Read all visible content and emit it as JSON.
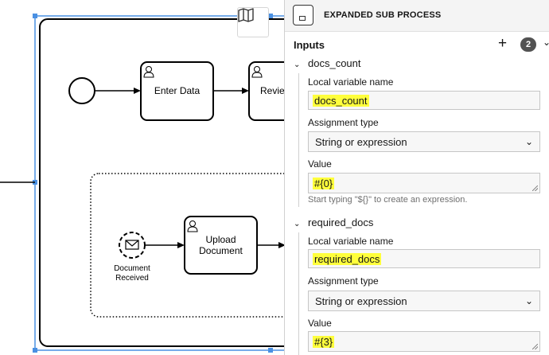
{
  "canvas": {
    "tasks": {
      "enter_data": "Enter Data",
      "review": "Revie",
      "upload_document_line1": "Upload",
      "upload_document_line2": "Document"
    },
    "events": {
      "document_received_line1": "Document",
      "document_received_line2": "Received"
    },
    "icons": {
      "map": "map-icon",
      "user": "user-icon",
      "envelope": "envelope-icon"
    }
  },
  "panel": {
    "title": "EXPANDED SUB PROCESS",
    "group_title": "Inputs",
    "add_label": "+",
    "count": "2",
    "inputs": [
      {
        "name": "docs_count",
        "local_variable_label": "Local variable name",
        "local_variable_value": "docs_count",
        "assignment_label": "Assignment type",
        "assignment_value": "String or expression",
        "value_label": "Value",
        "value": "#{0}",
        "hint": "Start typing \"${}\" to create an expression."
      },
      {
        "name": "required_docs",
        "local_variable_label": "Local variable name",
        "local_variable_value": "required_docs",
        "assignment_label": "Assignment type",
        "assignment_value": "String or expression",
        "value_label": "Value",
        "value": "#{3}"
      }
    ]
  },
  "colors": {
    "selection": "#4a90e2",
    "highlight": "#ffff3c",
    "badge": "#525252"
  }
}
